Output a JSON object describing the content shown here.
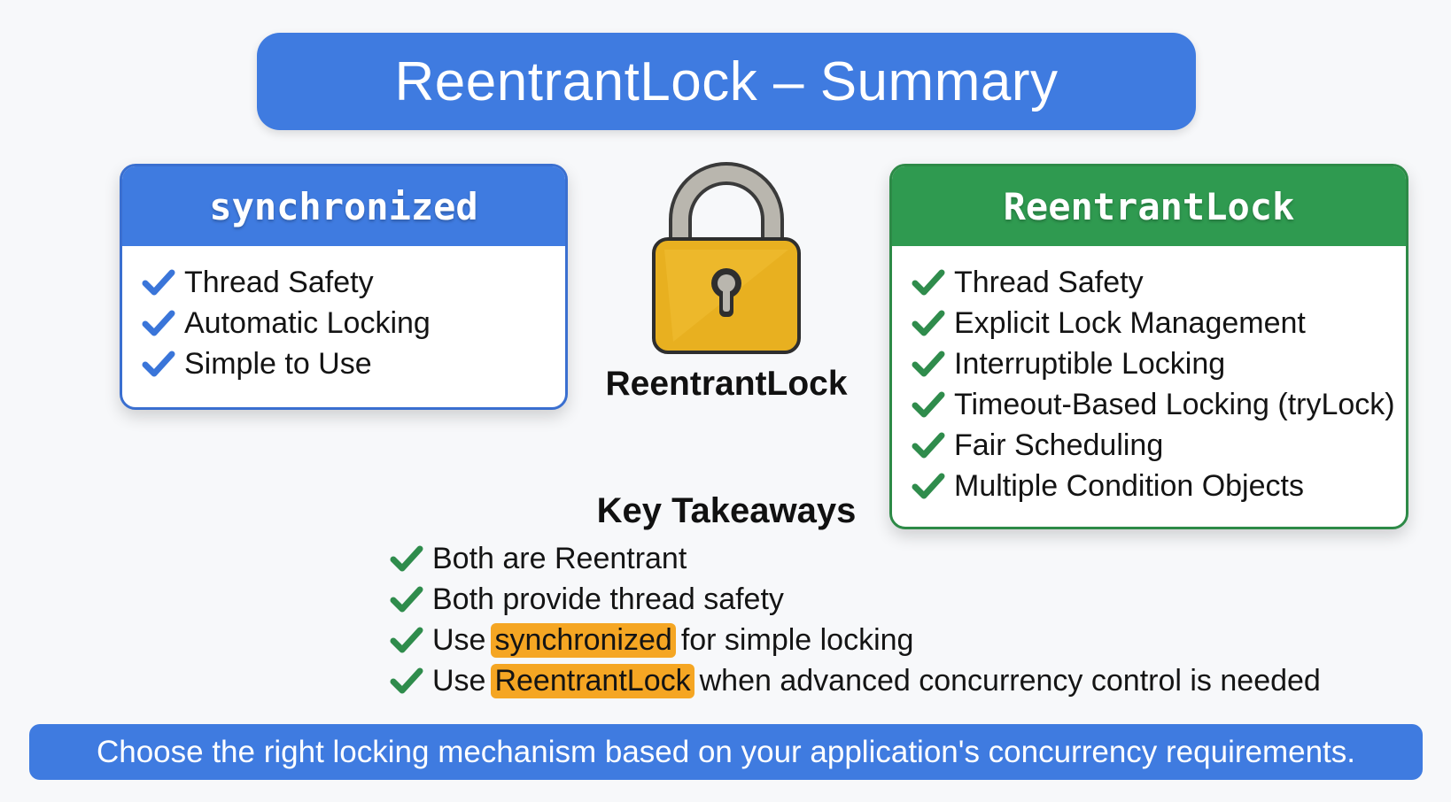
{
  "title": "ReentrantLock – Summary",
  "synchronized_card": {
    "header": "synchronized",
    "items": [
      "Thread Safety",
      "Automatic Locking",
      "Simple to Use"
    ]
  },
  "center": {
    "icon": "padlock-icon",
    "caption": "ReentrantLock"
  },
  "reentrantlock_card": {
    "header": "ReentrantLock",
    "items": [
      "Thread Safety",
      "Explicit Lock Management",
      "Interruptible Locking",
      "Timeout-Based Locking (tryLock)",
      "Fair Scheduling",
      "Multiple Condition Objects"
    ]
  },
  "key_takeaways": {
    "title": "Key Takeaways",
    "items": [
      {
        "before": "Both are Reentrant",
        "highlight": "",
        "after": ""
      },
      {
        "before": "Both provide thread safety",
        "highlight": "",
        "after": ""
      },
      {
        "before": "Use",
        "highlight": "synchronized",
        "after": "for simple locking"
      },
      {
        "before": "Use",
        "highlight": "ReentrantLock",
        "after": "when advanced concurrency control is needed"
      }
    ]
  },
  "footer": "Choose the right locking mechanism based on your application's concurrency requirements.",
  "colors": {
    "blue": "#3f7be0",
    "green": "#2f9a50",
    "check_blue": "#3a75d9",
    "check_green": "#2f8c4c",
    "highlight": "#f5a623",
    "lock_body": "#e8b020",
    "lock_shackle": "#b9b6ae"
  }
}
